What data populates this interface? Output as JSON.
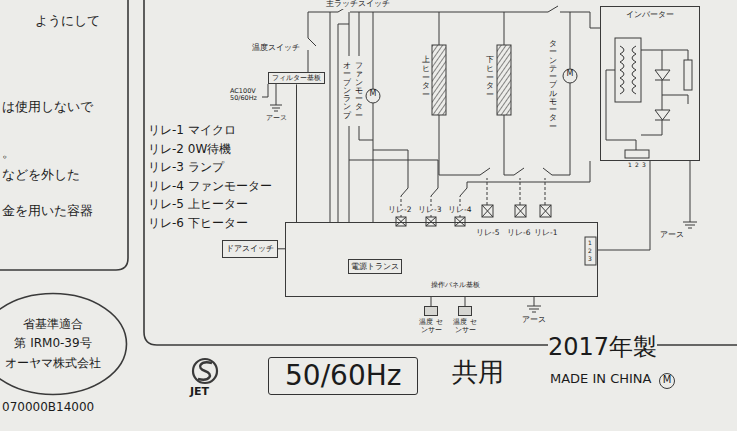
{
  "diagram": {
    "nodes": [
      {
        "text": [
          "フィルター基板"
        ]
      },
      {
        "text": [
          "インバーター"
        ]
      },
      {
        "text": [
          "ドアスイッチ"
        ]
      },
      {
        "text": [
          "操作パネル基板"
        ]
      },
      {
        "text": [
          "電源トランス"
        ],
        "in": 3
      },
      {
        "text": [
          "温度 センサー"
        ]
      },
      {
        "text": [
          "温度 センサー"
        ]
      },
      {
        "text": [
          "省基準適合",
          "第 IRM0-39号",
          "オーヤマ株式会社"
        ]
      },
      {
        "text": [
          "50/60Hz"
        ]
      }
    ],
    "edges": [
      {
        "from": 0,
        "to": 3,
        "arrow": "none"
      },
      {
        "from": 1,
        "to": 3,
        "arrow": "none"
      },
      {
        "from": 2,
        "to": 3,
        "arrow": "none"
      },
      {
        "from": 5,
        "to": 3,
        "arrow": "none"
      },
      {
        "from": 6,
        "to": 3,
        "arrow": "none"
      }
    ],
    "labels": [
      "ようにして",
      "は使用しないで",
      "。",
      "などを外した",
      "金を用いた容器",
      "主ラッチスイッチ",
      "温度スイッチ",
      "AC100V 50/60Hz",
      "アース",
      "オーブンランプ",
      "ファンモーター",
      "M",
      "上ヒーター",
      "下ヒーター",
      "ターンテーブルモーター",
      "M",
      "リレ-1 マイクロ",
      "リレ-2 0W待機",
      "リレ-3 ランプ",
      "リレ-4 ファンモーター",
      "リレ-5 上ヒーター",
      "リレ-6 下ヒーター",
      "リレ-2",
      "リレ-3",
      "リレ-4",
      "リレ-5",
      "リレ-6",
      "リレ-1",
      "1",
      "2",
      "3",
      "1",
      "2",
      "3",
      "アース",
      "アース",
      "070000B14000",
      "JET",
      "共用",
      "2017年製",
      "MADE IN CHINA",
      "M"
    ]
  }
}
